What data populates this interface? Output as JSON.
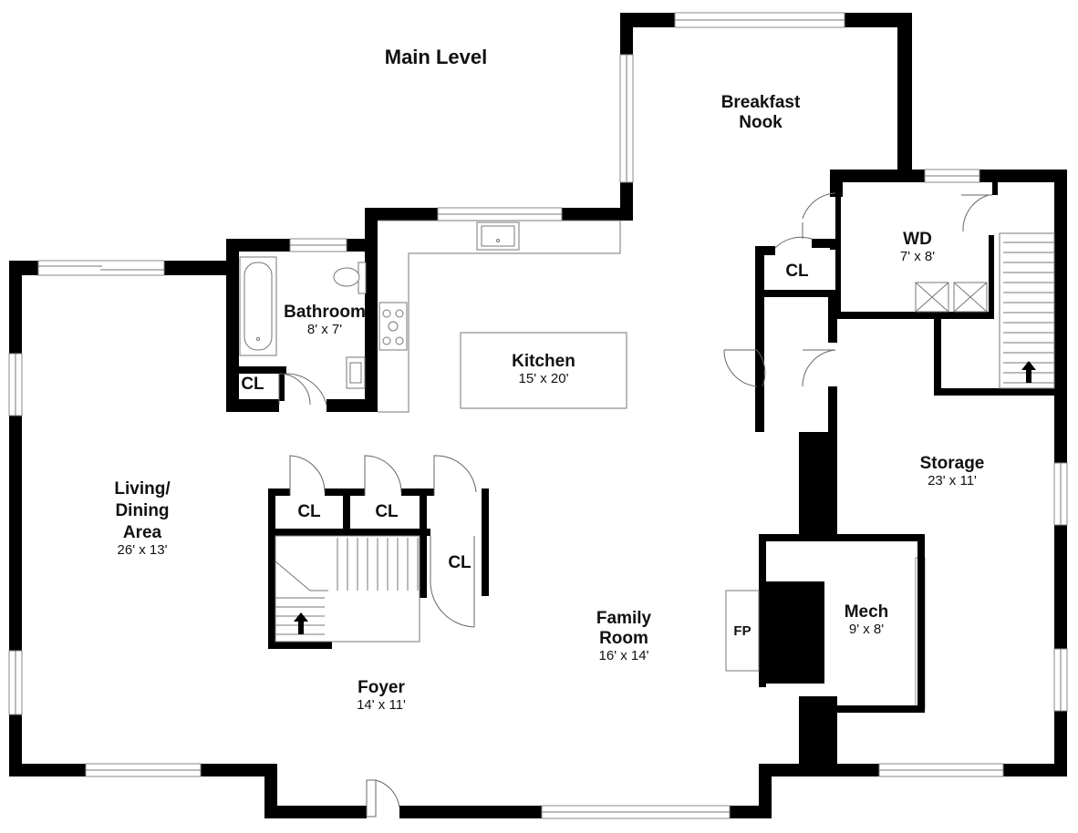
{
  "title": "Main Level",
  "rooms": {
    "breakfast": {
      "name_line1": "Breakfast",
      "name_line2": "Nook"
    },
    "wd": {
      "name": "WD",
      "dims": "7' x 8'"
    },
    "bathroom": {
      "name": "Bathroom",
      "dims": "8' x 7'"
    },
    "kitchen": {
      "name": "Kitchen",
      "dims": "15' x 20'"
    },
    "living": {
      "name_line1": "Living/",
      "name_line2": "Dining",
      "name_line3": "Area",
      "dims": "26' x 13'"
    },
    "storage": {
      "name": "Storage",
      "dims": "23' x 11'"
    },
    "family": {
      "name_line1": "Family",
      "name_line2": "Room",
      "dims": "16' x 14'"
    },
    "mech": {
      "name": "Mech",
      "dims": "9' x 8'"
    },
    "foyer": {
      "name": "Foyer",
      "dims": "14' x 11'"
    }
  },
  "closets": {
    "cl_wd": "CL",
    "cl_bath": "CL",
    "cl_a": "CL",
    "cl_b": "CL",
    "cl_c": "CL"
  },
  "fireplace": "FP"
}
